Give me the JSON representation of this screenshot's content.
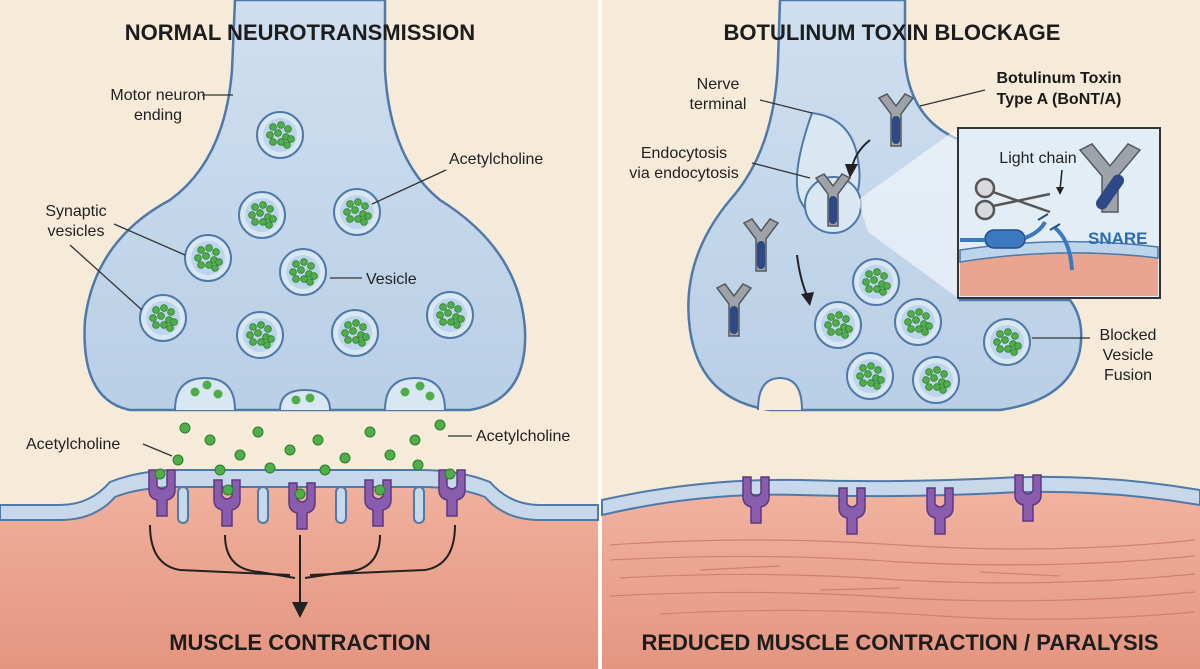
{
  "left_panel": {
    "title": "NORMAL NEUROTRANSMISSION",
    "caption": "MUSCLE CONTRACTION",
    "labels": {
      "motor_neuron_1": "Motor neuron",
      "motor_neuron_2": "ending",
      "acetylcholine_vesicle": "Acetylcholine",
      "synaptic_1": "Synaptic",
      "synaptic_2": "vesicles",
      "vesicle": "Vesicle",
      "acetylcholine_left": "Acetylcholine",
      "acetylcholine_right": "Acetylcholine"
    }
  },
  "right_panel": {
    "title": "BOTULINUM TOXIN BLOCKAGE",
    "caption": "REDUCED MUSCLE CONTRACTION / PARALYSIS",
    "labels": {
      "nerve_terminal_1": "Nerve",
      "nerve_terminal_2": "terminal",
      "toxin_1": "Botulinum Toxin",
      "toxin_2": "Type A (BoNT/A)",
      "endocytosis_1": "Endocytosis",
      "endocytosis_2": "via endocytosis",
      "light_chain": "Light chain",
      "snare": "SNARE",
      "blocked_1": "Blocked",
      "blocked_2": "Vesicle",
      "blocked_3": "Fusion"
    }
  },
  "colors": {
    "background": "#f6ead8",
    "neuron_fill": "#c6d8ea",
    "neuron_stroke": "#4f79a8",
    "vesicle_dot": "#4fae4a",
    "muscle": "#e9a08c",
    "receptor": "#8a5cad",
    "toxin": "#8e9298",
    "toxin_core": "#2d4a86"
  }
}
